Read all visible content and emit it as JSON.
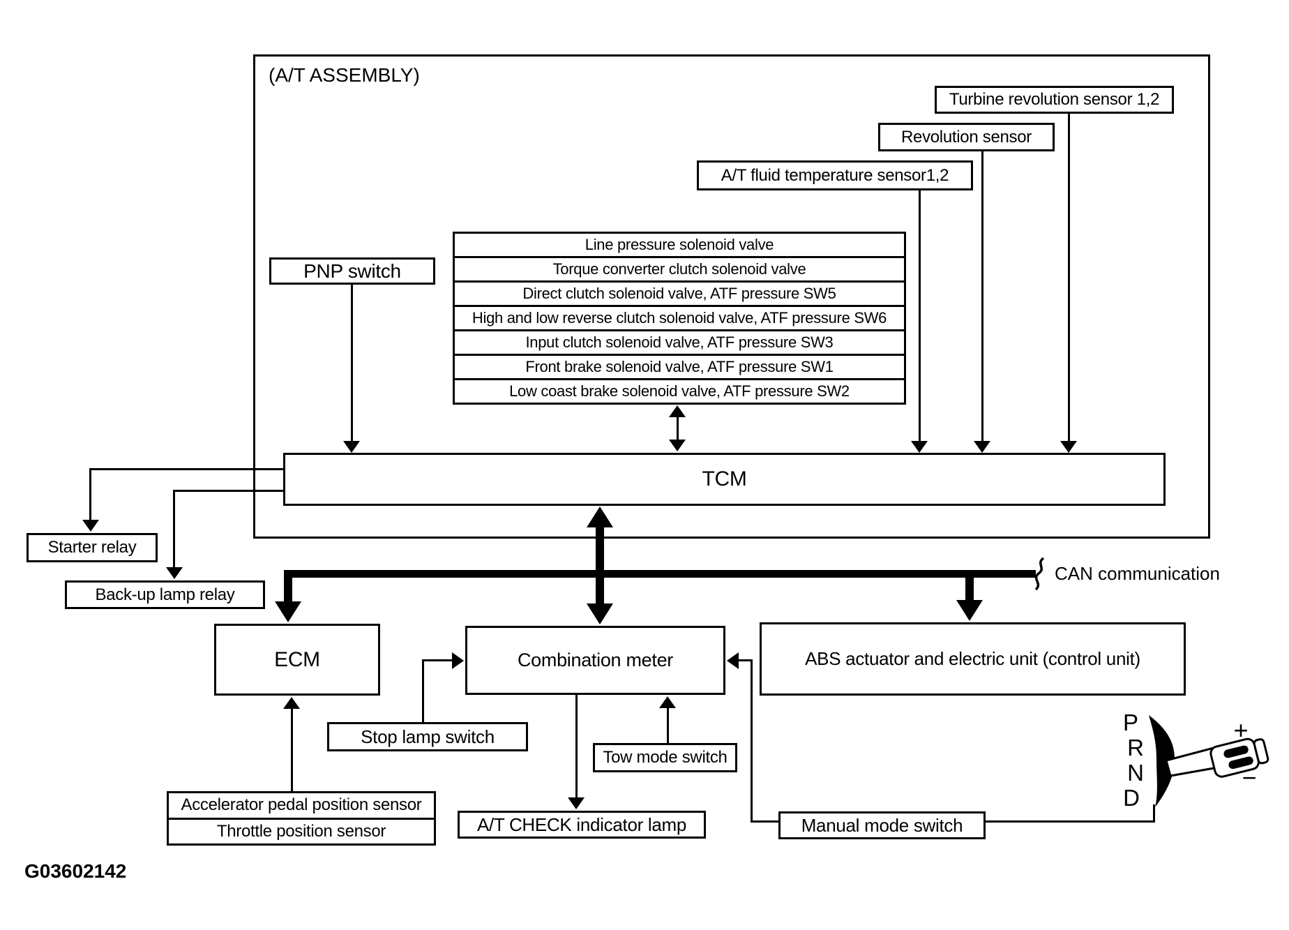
{
  "diagram": {
    "assembly_label": "(A/T ASSEMBLY)",
    "figure_id": "G03602142",
    "can_label": "CAN communication",
    "boxes": {
      "pnp": "PNP switch",
      "turbine": "Turbine revolution sensor 1,2",
      "revolution": "Revolution sensor",
      "fluid_temp": "A/T fluid temperature sensor1,2",
      "tcm": "TCM",
      "starter": "Starter relay",
      "backup": "Back-up lamp relay",
      "ecm": "ECM",
      "combination": "Combination meter",
      "abs": "ABS actuator and electric unit (control unit)",
      "stop_lamp": "Stop lamp switch",
      "tow_mode": "Tow mode switch",
      "at_check": "A/T CHECK indicator lamp",
      "accelerator": "Accelerator pedal position sensor",
      "throttle": "Throttle position sensor",
      "manual_mode": "Manual mode switch"
    },
    "solenoid_rows": [
      "Line pressure solenoid valve",
      "Torque converter clutch solenoid valve",
      "Direct clutch solenoid valve, ATF pressure SW5",
      "High and low reverse clutch solenoid valve, ATF pressure SW6",
      "Input clutch solenoid valve, ATF pressure SW3",
      "Front brake solenoid valve, ATF pressure SW1",
      "Low coast brake solenoid valve, ATF pressure SW2"
    ],
    "shifter": {
      "positions": [
        "P",
        "R",
        "N",
        "D"
      ],
      "plus": "+",
      "minus": "−"
    },
    "colors": {
      "line": "#000000",
      "background": "#ffffff"
    }
  }
}
